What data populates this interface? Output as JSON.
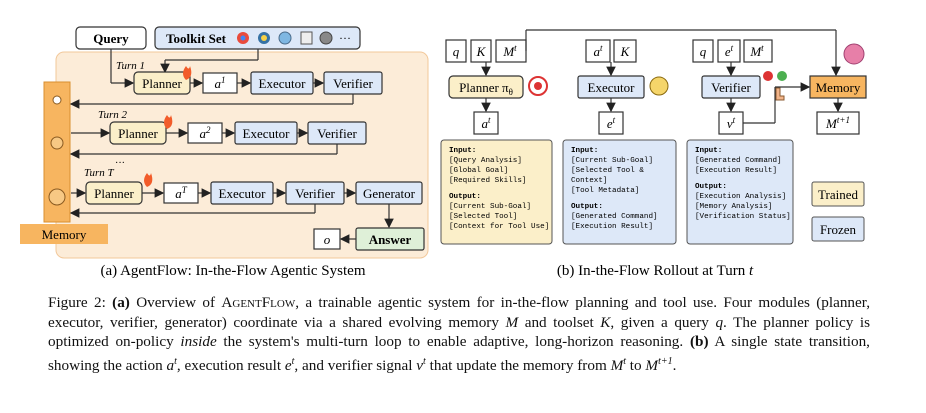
{
  "panel_a": {
    "query": "Query",
    "toolkit": "Toolkit Set",
    "toolkit_more": "···",
    "turns": [
      "Turn 1",
      "Turn 2",
      "Turn T"
    ],
    "planner": "Planner",
    "executor": "Executor",
    "verifier": "Verifier",
    "generator": "Generator",
    "answer": "Answer",
    "output_symbol": "o",
    "actions": [
      "a1",
      "a2",
      "aT"
    ],
    "memory": "Memory",
    "caption": "(a) AgentFlow: In-the-Flow Agentic System"
  },
  "panel_b": {
    "inputs_planner": [
      "q",
      "K",
      "Mt"
    ],
    "inputs_executor": [
      "at",
      "K"
    ],
    "inputs_verifier": [
      "q",
      "et",
      "Mt"
    ],
    "planner_label": "Planner πθ",
    "executor_label": "Executor",
    "verifier_label": "Verifier",
    "memory_label": "Memory",
    "out_planner": "at",
    "out_executor": "et",
    "out_verifier": "vt",
    "out_memory": "Mt+1",
    "planner_box": {
      "input_title": "Input:",
      "inputs": [
        "[Query Analysis]",
        "[Global Goal]",
        "[Required Skills]"
      ],
      "output_title": "Output:",
      "outputs": [
        "[Current Sub-Goal]",
        "[Selected Tool]",
        "[Context for Tool Use]"
      ]
    },
    "executor_box": {
      "input_title": "Input:",
      "inputs": [
        "[Current Sub-Goal]",
        "[Selected Tool &",
        "Context]",
        "[Tool Metadata]"
      ],
      "output_title": "Output:",
      "outputs": [
        "[Generated Command]",
        "[Execution Result]"
      ]
    },
    "verifier_box": {
      "input_title": "Input:",
      "inputs": [
        "[Generated Command]",
        "[Execution Result]"
      ],
      "output_title": "Output:",
      "outputs": [
        "[Execution Analysis]",
        "[Memory Analysis]",
        "[Verification Status]"
      ]
    },
    "legend_trained": "Trained",
    "legend_frozen": "Frozen",
    "caption": "(b) In-the-Flow Rollout at Turn t"
  },
  "colors": {
    "trained": "#fbefc9",
    "frozen": "#dde8f8",
    "memory": "#f7b560",
    "turn_bg": "#fcecd8"
  },
  "caption_text": {
    "label": "Figure 2:",
    "a": "(a)",
    "s1": " Overview of ",
    "name": "AgentFlow",
    "s2": ", a trainable agentic system for in-the-flow planning and tool use. Four modules (planner, executor, verifier, generator) coordinate via a shared evolving memory ",
    "M": "M",
    "s3": " and toolset ",
    "K": "K",
    "s4": ", given a query ",
    "q": "q",
    "s5": ". The planner policy is optimized on-policy ",
    "inside": "inside",
    "s6": " the system's multi-turn loop to enable adaptive, long-horizon reasoning. ",
    "b": "(b)",
    "s7": " A single state transition, showing the action ",
    "at": "at",
    "s8": ", execution result ",
    "et": "et",
    "s9": ", and verifier signal ",
    "vt": "vt",
    "s10": " that update the memory from ",
    "Mt": "Mt",
    "s11": " to ",
    "Mt1": "Mt+1",
    "s12": "."
  }
}
